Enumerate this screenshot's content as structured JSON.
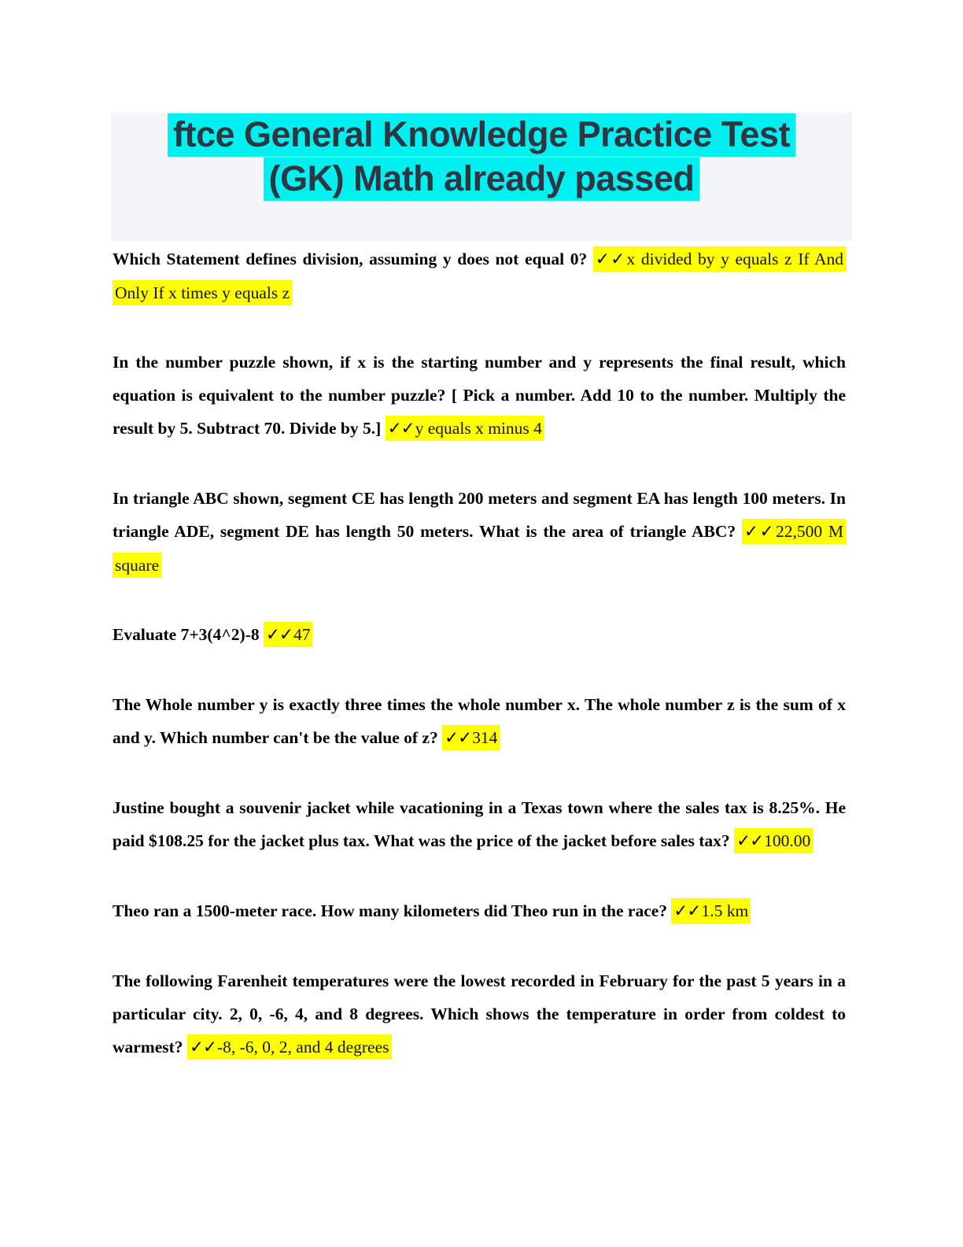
{
  "header": {
    "title": "ftce General Knowledge Practice Test (GK) Math already passed",
    "title_line1": "ftce General Knowledge Practice Test",
    "title_line2": "(GK) Math already passed"
  },
  "marks": {
    "correct_answer_mark": "✓✓",
    "mark_icon": "double-checkmark-icon"
  },
  "colors": {
    "title_highlight": "#00f0f0",
    "title_text": "#2d3643",
    "title_block_background": "#f4f5f9",
    "answer_highlight": "#ffff00",
    "question_text": "#000000",
    "answer_text": "#161616"
  },
  "questions": [
    {
      "question": "Which Statement defines division, assuming y does not equal 0?",
      "answer": "x divided by y equals z If And Only If x times y equals z"
    },
    {
      "question": "In the number puzzle shown, if x is the starting number and y represents the final result, which equation is equivalent to the number puzzle? [ Pick a number. Add 10 to the number. Multiply the result by 5. Subtract 70. Divide by 5.]",
      "answer": "y equals x minus 4"
    },
    {
      "question": "In triangle ABC shown, segment CE has length 200 meters and segment EA has length 100 meters. In triangle ADE, segment DE has length 50 meters. What is the area of triangle ABC?",
      "answer": "22,500 M square"
    },
    {
      "question": "Evaluate 7+3(4^2)-8",
      "answer": "47"
    },
    {
      "question": "The Whole number y is exactly three times the whole number x. The whole number z is the sum of x and y. Which number can't be the value of z?",
      "answer": "314"
    },
    {
      "question": "Justine bought a souvenir jacket while vacationing in a Texas town where the sales tax is 8.25%. He paid $108.25 for the jacket plus tax. What was the price of the jacket before sales tax?",
      "answer": "100.00"
    },
    {
      "question": "Theo ran a 1500-meter race. How many kilometers did Theo run in the race?",
      "answer": "1.5 km"
    },
    {
      "question": "The following Farenheit temperatures were the lowest recorded in February for the past 5 years in a particular city. 2, 0, -6, 4, and 8 degrees. Which shows the temperature in order from coldest to warmest?",
      "answer": "-8, -6, 0, 2, and 4 degrees"
    }
  ]
}
